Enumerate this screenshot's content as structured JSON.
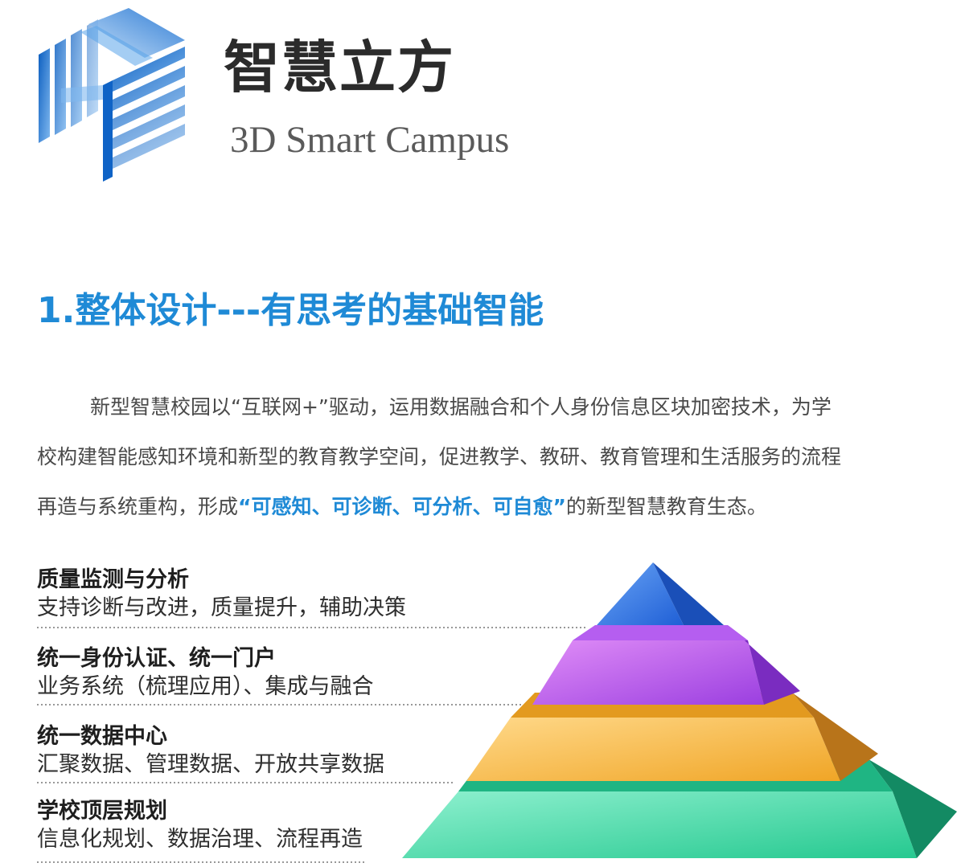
{
  "brand": {
    "title": "智慧立方",
    "subtitle": "3D Smart Campus",
    "logo_icon": "cube-stripes-logo",
    "accent_color": "#1f8ad6"
  },
  "section": {
    "title": "1.整体设计---有思考的基础智能"
  },
  "paragraph": {
    "line1": "新型智慧校园以“互联网+”驱动，运用数据融合和个人身份信息区块加密技术，为学",
    "line2": "校构建智能感知环境和新型的教育教学空间，促进教学、教研、教育管理和生活服务的流程",
    "line3_before": "再造与系统重构，形成",
    "line3_highlight": "“可感知、可诊断、可分析、可自愈”",
    "line3_after": "的新型智慧教育生态。"
  },
  "pyramid": {
    "layers": [
      {
        "title": "质量监测与分析",
        "description": "支持诊断与改进，质量提升，辅助决策",
        "color": "#2f6fe0"
      },
      {
        "title": "统一身份认证、统一门户",
        "description": "业务系统（梳理应用）、集成与融合",
        "color": "#a64de0"
      },
      {
        "title": "统一数据中心",
        "description": "汇聚数据、管理数据、开放共享数据",
        "color": "#f2b233"
      },
      {
        "title": "学校顶层规划",
        "description": "信息化规划、数据治理、流程再造",
        "color": "#2fcf98"
      }
    ]
  }
}
